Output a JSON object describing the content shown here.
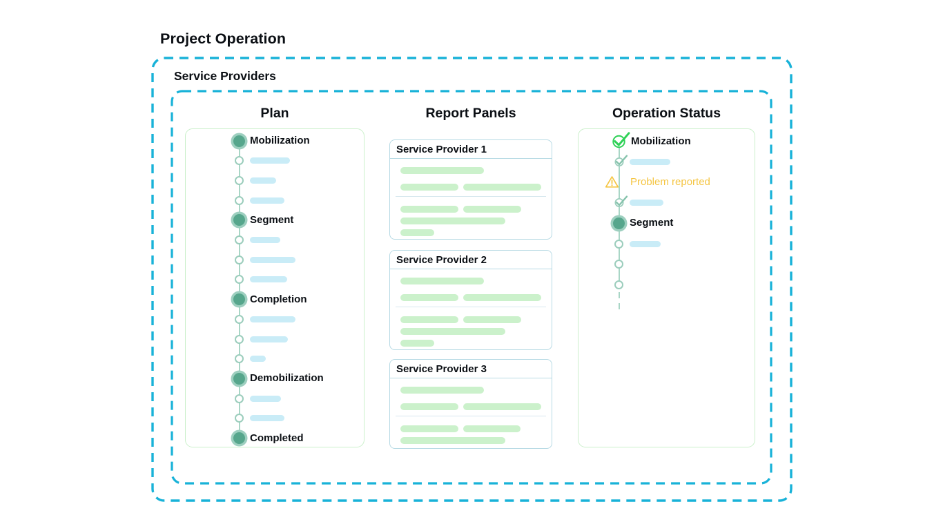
{
  "title": "Project Operation",
  "group": {
    "label": "Service Providers"
  },
  "columns": {
    "plan": {
      "title": "Plan",
      "items": [
        {
          "type": "milestone",
          "label": "Mobilization"
        },
        {
          "type": "step",
          "bar": 58
        },
        {
          "type": "step",
          "bar": 38
        },
        {
          "type": "step",
          "bar": 50
        },
        {
          "type": "milestone",
          "label": "Segment"
        },
        {
          "type": "step",
          "bar": 44
        },
        {
          "type": "step",
          "bar": 66
        },
        {
          "type": "step",
          "bar": 54
        },
        {
          "type": "milestone",
          "label": "Completion"
        },
        {
          "type": "step",
          "bar": 66
        },
        {
          "type": "step",
          "bar": 55
        },
        {
          "type": "step",
          "bar": 23
        },
        {
          "type": "milestone",
          "label": "Demobilization"
        },
        {
          "type": "step",
          "bar": 45
        },
        {
          "type": "step",
          "bar": 50
        },
        {
          "type": "milestone",
          "label": "Completed"
        }
      ]
    },
    "reports": {
      "title": "Report Panels",
      "cards": [
        {
          "title": "Service Provider 1",
          "rows": [
            {
              "bars": [
                121
              ]
            },
            {
              "bars": [
                84,
                113
              ]
            },
            {
              "divider": true
            },
            {
              "bars": [
                84,
                84
              ]
            },
            {
              "bars": [
                152
              ]
            },
            {
              "bars": [
                49
              ]
            }
          ]
        },
        {
          "title": "Service Provider 2",
          "rows": [
            {
              "bars": [
                121
              ]
            },
            {
              "bars": [
                84,
                113
              ]
            },
            {
              "divider": true
            },
            {
              "bars": [
                84,
                84
              ]
            },
            {
              "bars": [
                152
              ]
            },
            {
              "bars": [
                49
              ]
            }
          ]
        },
        {
          "title": "Service Provider 3",
          "rows": [
            {
              "bars": [
                121
              ]
            },
            {
              "bars": [
                84,
                113
              ]
            },
            {
              "divider": true
            },
            {
              "bars": [
                84,
                83
              ]
            },
            {
              "bars": [
                152
              ]
            }
          ]
        }
      ]
    },
    "status": {
      "title": "Operation Status",
      "items": [
        {
          "type": "check-milestone",
          "label": "Mobilization",
          "icon": "check-circle-icon"
        },
        {
          "type": "check-step",
          "bar": 59,
          "icon": "check-small-icon"
        },
        {
          "type": "warning",
          "label": "Problem reported",
          "icon": "warning-triangle-icon"
        },
        {
          "type": "check-step",
          "bar": 49,
          "icon": "check-small-icon"
        },
        {
          "type": "milestone",
          "label": "Segment"
        },
        {
          "type": "step",
          "bar": 45
        },
        {
          "type": "step"
        },
        {
          "type": "step"
        }
      ]
    }
  },
  "colors": {
    "dashed_border": "#18b2d8",
    "milestone_fill": "#56a68c",
    "milestone_ring": "#9dcfbf",
    "step_outline": "#9bcdbc",
    "timeline_line": "#a9d6c6",
    "blue_bar": "#c9ecf7",
    "green_bar": "#cbf1cb",
    "panel_border": "#cbf0cb",
    "card_border": "#b7dae4",
    "success_check": "#2fd157",
    "done_check": "#86c3ac",
    "warning": "#f5c542",
    "text": "#0b0f14"
  }
}
